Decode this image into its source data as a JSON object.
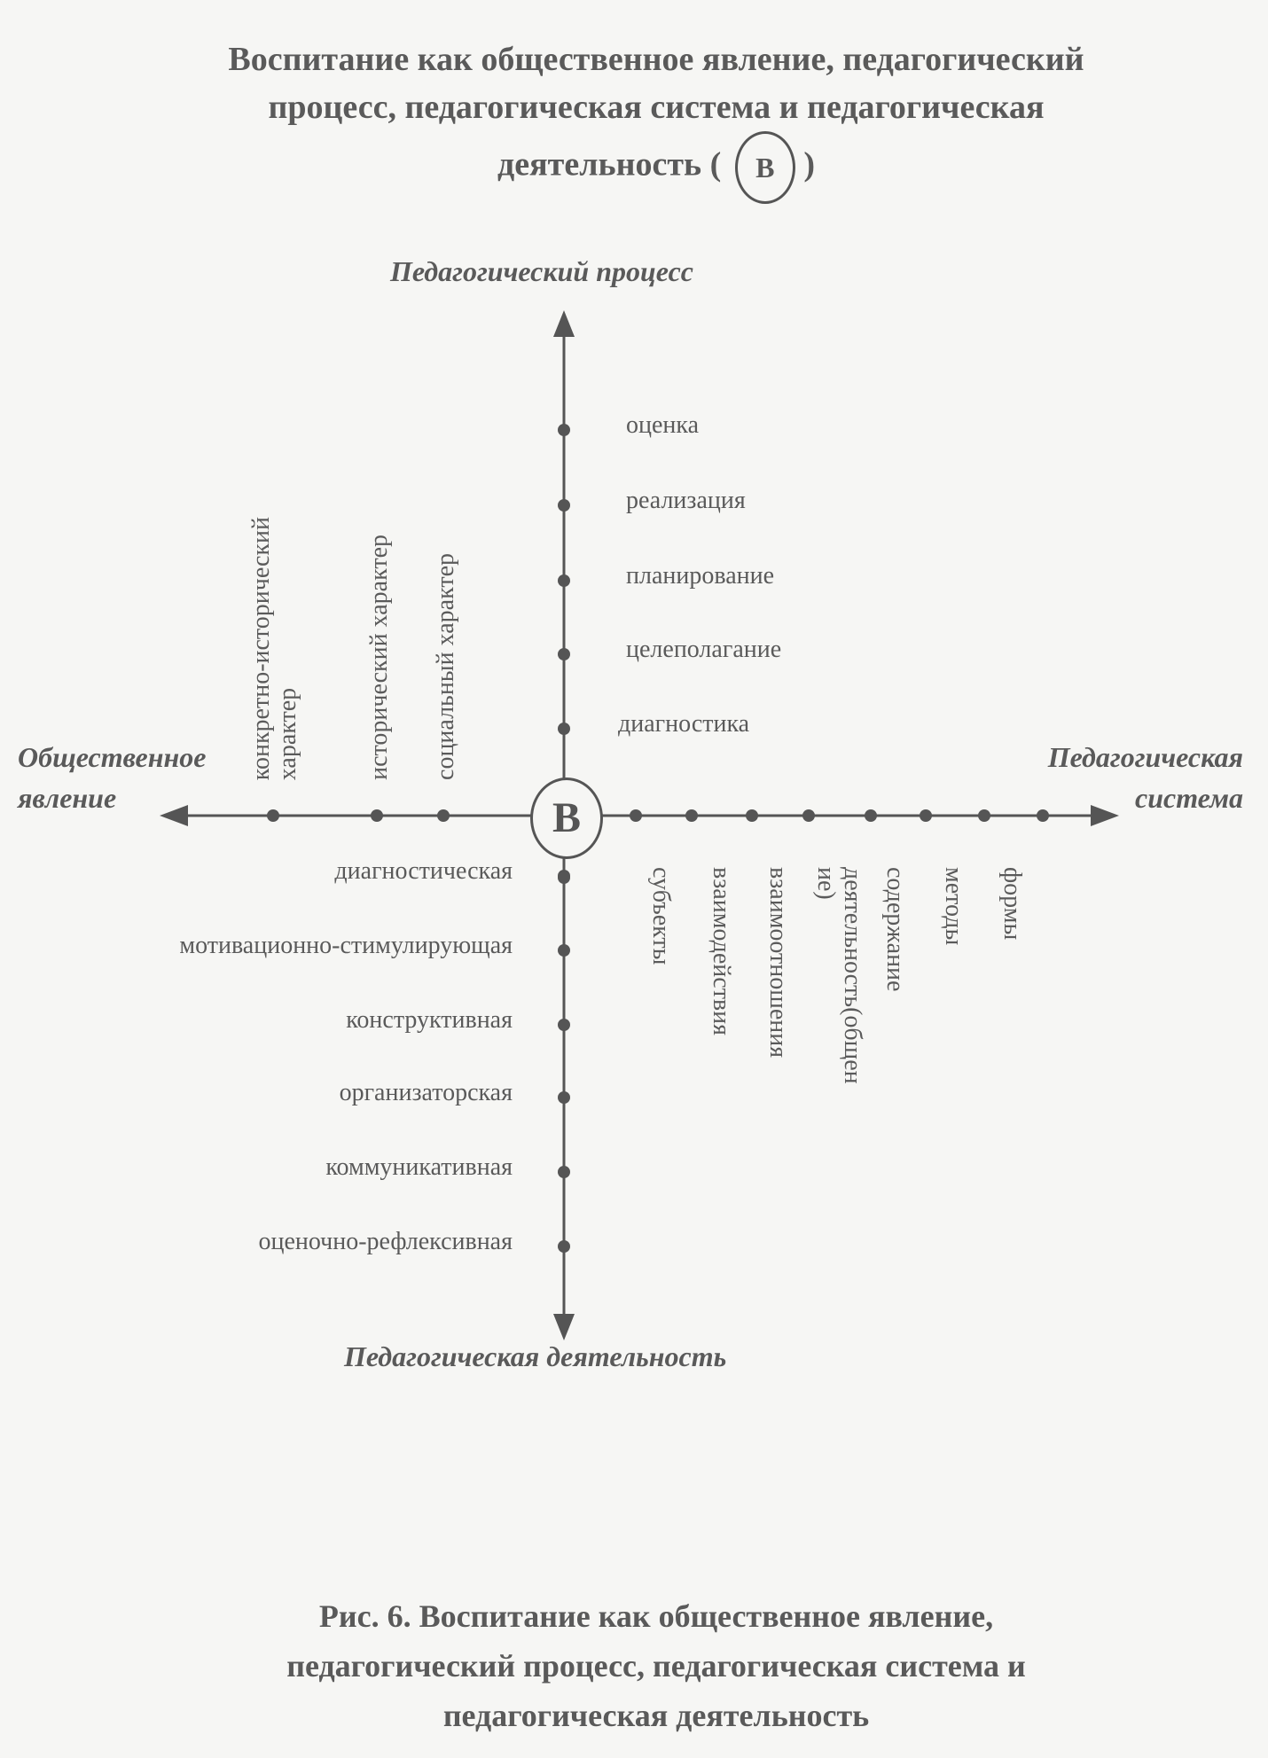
{
  "title": {
    "lines": [
      "Воспитание как общественное явление, педагогический",
      "процесс, педагогическая система и педагогическая",
      "деятельность ("
    ],
    "circled": "В",
    "closing": ")"
  },
  "diagram": {
    "center_label": "В",
    "axes": {
      "top": "Педагогический процесс",
      "bottom": "Педагогическая деятельность",
      "left": [
        "Общественное",
        "явление"
      ],
      "right": [
        "Педагогическая",
        "система"
      ]
    },
    "process_steps": [
      "оценка",
      "реализация",
      "планирование",
      "целеполагание",
      "диагностика"
    ],
    "activity_functions": [
      "диагностическая",
      "мотивационно-стимулирующая",
      "конструктивная",
      "организаторская",
      "коммуникативная",
      "оценочно-рефлексивная"
    ],
    "phenomenon_traits": [
      [
        "конкретно-исторический",
        "характер"
      ],
      [
        "исторический характер"
      ],
      [
        "социальный характер"
      ]
    ],
    "system_components": [
      [
        "субъекты"
      ],
      [
        "взаимодействия"
      ],
      [
        "взаимоотношения"
      ],
      [
        "деятельность(общен",
        "ие)"
      ],
      [
        "содержание"
      ],
      [
        "методы"
      ],
      [
        "формы"
      ]
    ]
  },
  "caption": {
    "lines": [
      "Рис. 6. Воспитание как общественное явление,",
      "педагогический процесс, педагогическая система и",
      "педагогическая деятельность"
    ]
  },
  "colors": {
    "ink": "#555555",
    "paper": "#f6f6f4"
  }
}
